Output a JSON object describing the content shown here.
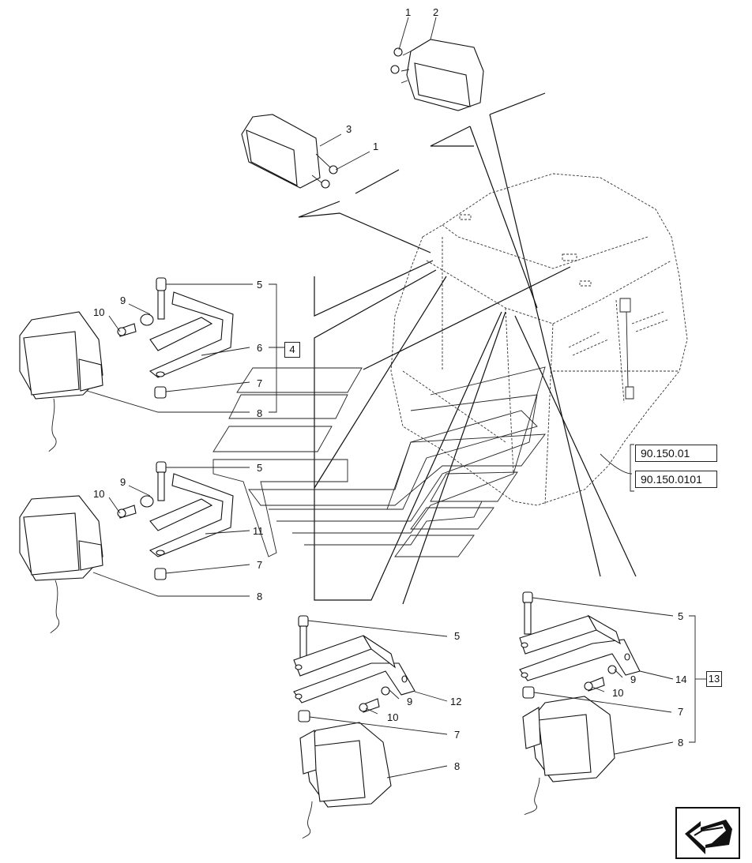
{
  "callouts": {
    "c1a": "1",
    "c2": "2",
    "c3": "3",
    "c1b": "1",
    "g1_5": "5",
    "g1_9": "9",
    "g1_10": "10",
    "g1_6": "6",
    "g1_7": "7",
    "g1_8": "8",
    "g2_5": "5",
    "g2_9": "9",
    "g2_10": "10",
    "g2_11": "11",
    "g2_7": "7",
    "g2_8": "8",
    "g3_5": "5",
    "g3_12": "12",
    "g3_9": "9",
    "g3_10": "10",
    "g3_7": "7",
    "g3_8": "8",
    "g4_5": "5",
    "g4_14": "14",
    "g4_9": "9",
    "g4_10": "10",
    "g4_7": "7",
    "g4_8": "8"
  },
  "refs": {
    "ref_4": "4",
    "ref_13": "13",
    "cab_ref_1": "90.150.01",
    "cab_ref_2": "90.150.0101"
  },
  "icons": {
    "nav": "arrow-back-icon"
  }
}
